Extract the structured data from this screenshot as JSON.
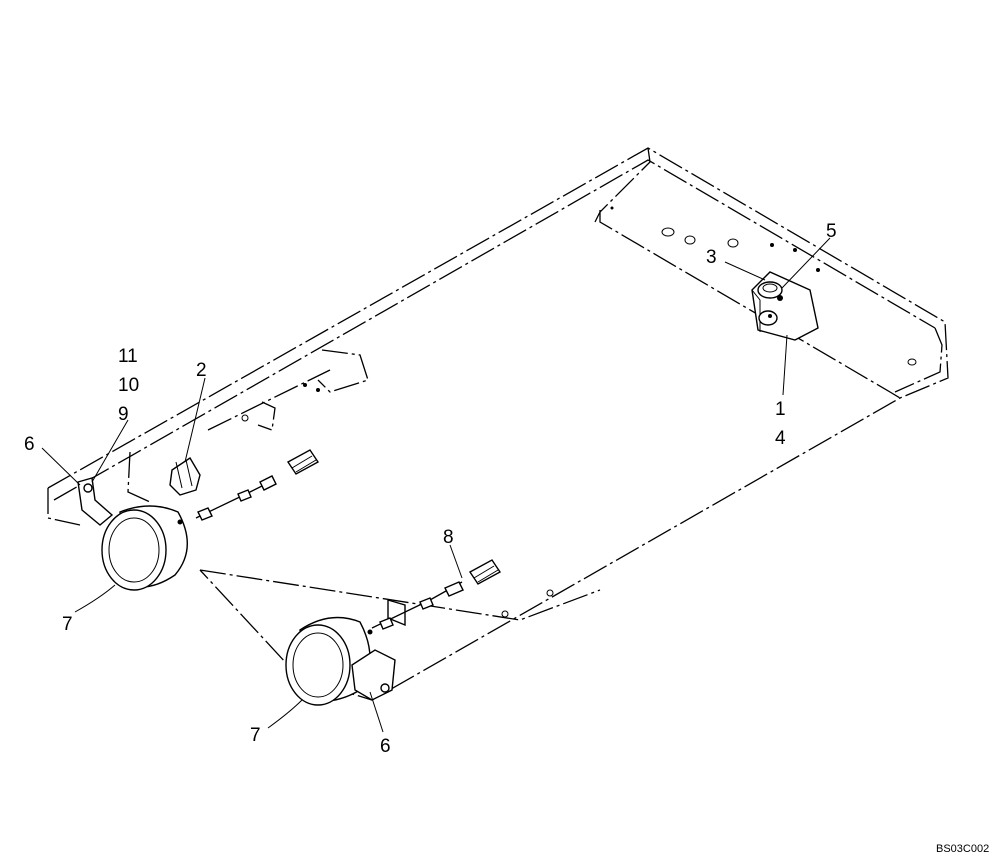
{
  "drawing_code": "BS03C002",
  "callouts": [
    {
      "id": "c1",
      "text": "1"
    },
    {
      "id": "c2",
      "text": "2"
    },
    {
      "id": "c3",
      "text": "3"
    },
    {
      "id": "c4",
      "text": "4"
    },
    {
      "id": "c5",
      "text": "5"
    },
    {
      "id": "c6a",
      "text": "6"
    },
    {
      "id": "c6b",
      "text": "6"
    },
    {
      "id": "c7a",
      "text": "7"
    },
    {
      "id": "c7b",
      "text": "7"
    },
    {
      "id": "c8",
      "text": "8"
    },
    {
      "id": "c9",
      "text": "9"
    },
    {
      "id": "c10",
      "text": "10"
    },
    {
      "id": "c11",
      "text": "11"
    }
  ]
}
